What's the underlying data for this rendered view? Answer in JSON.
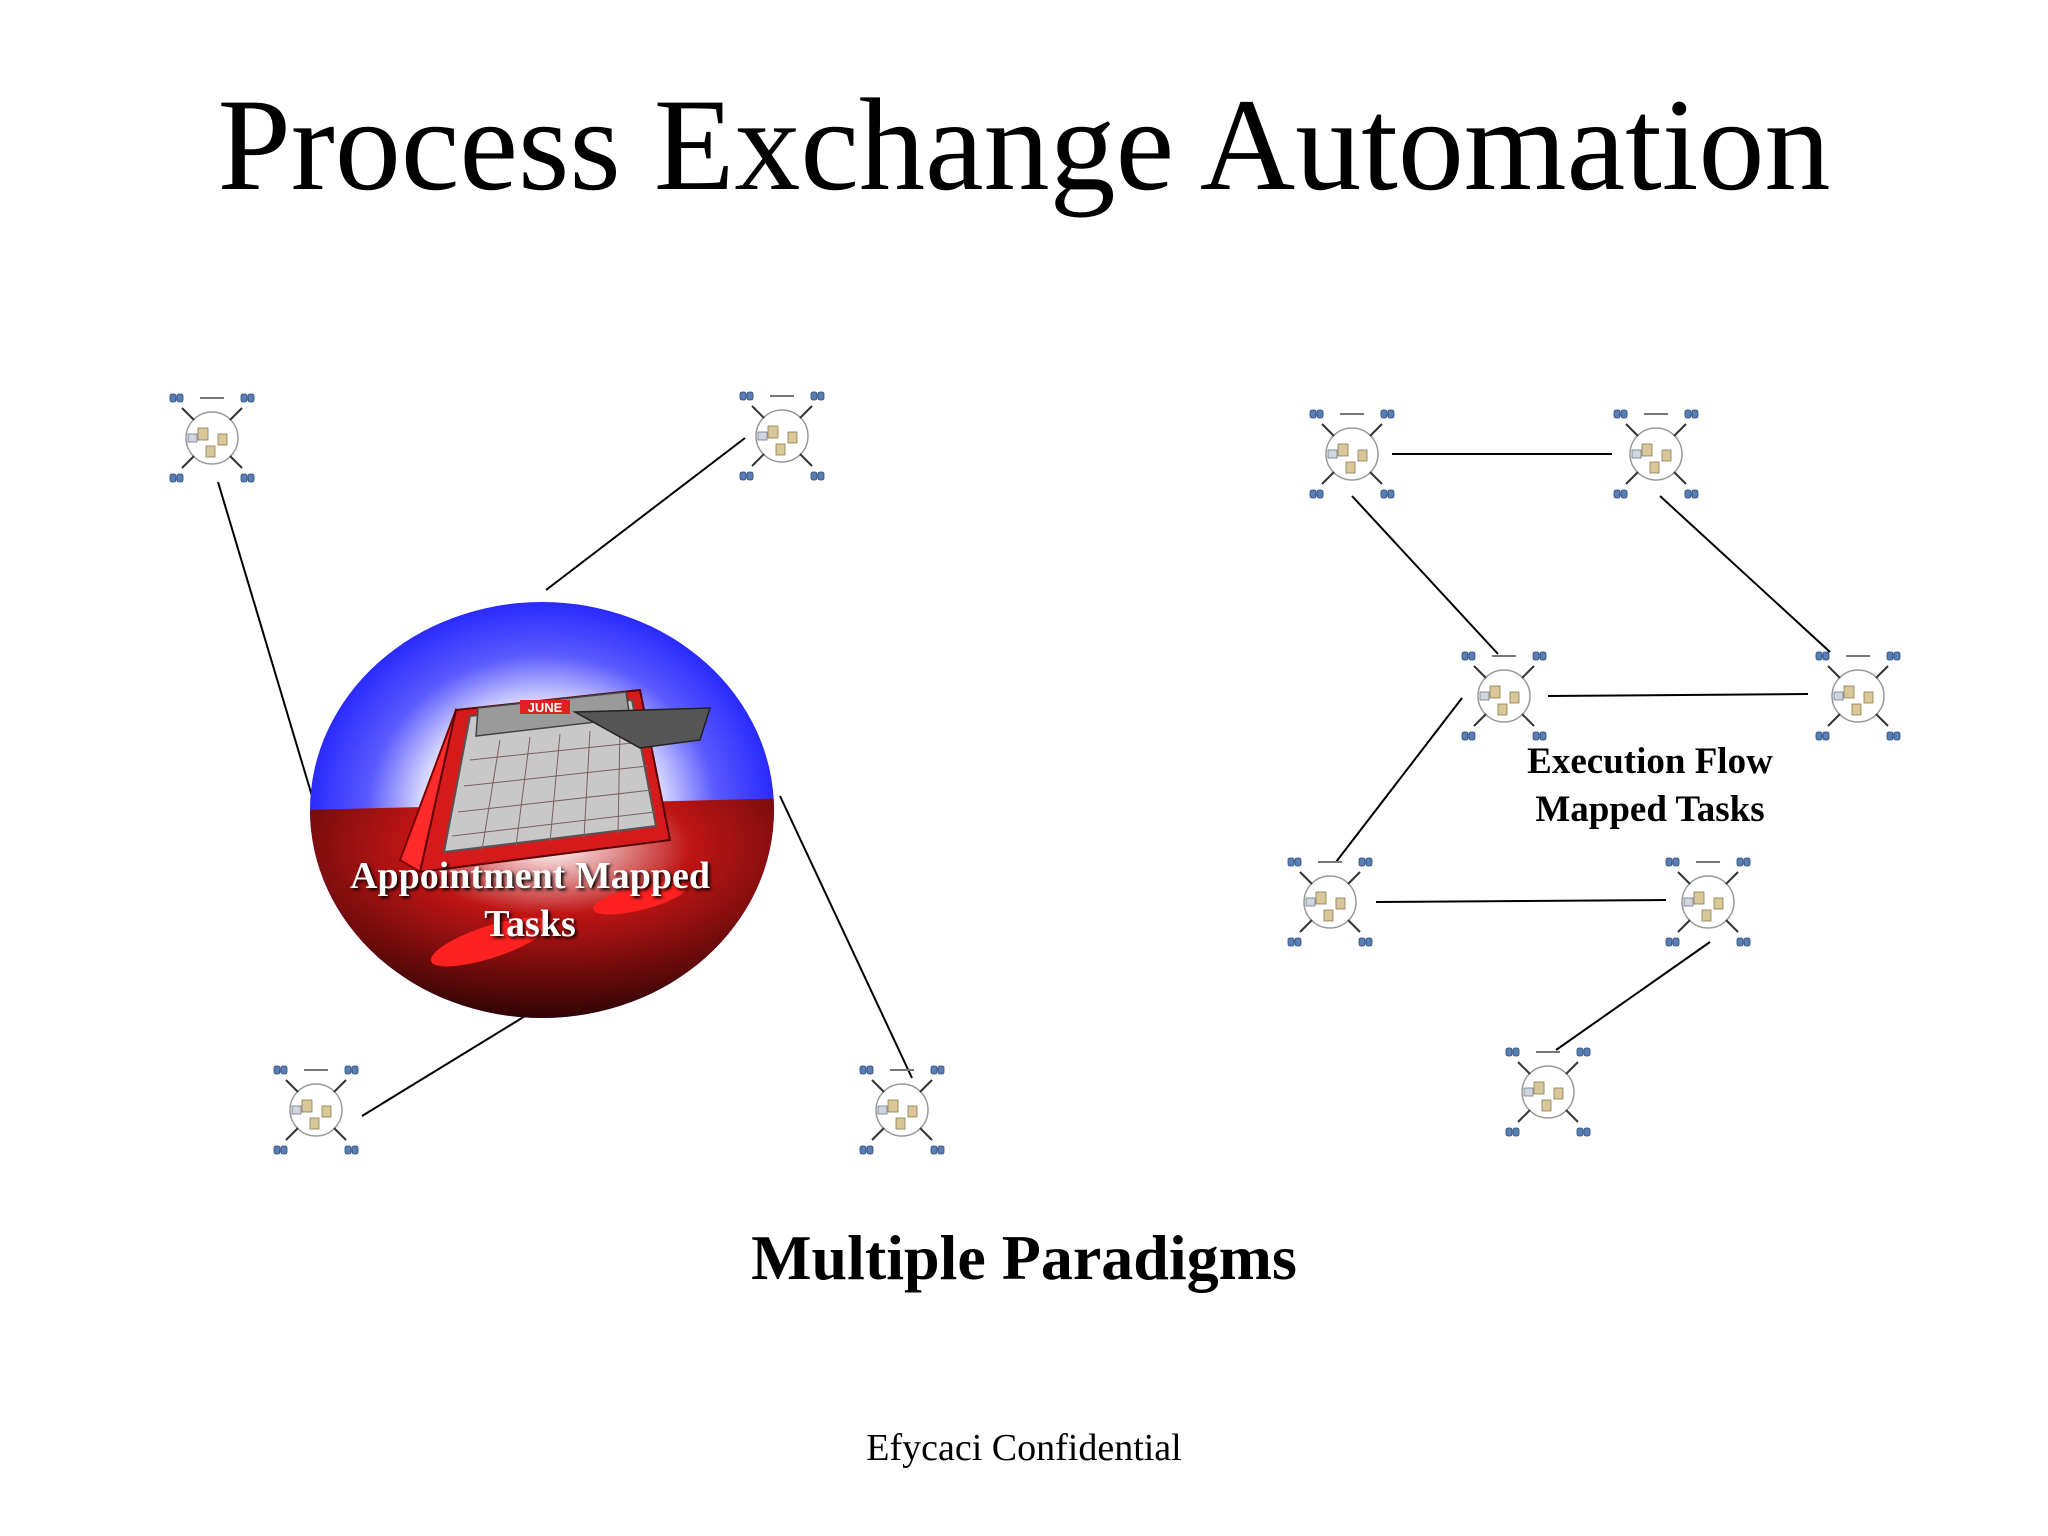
{
  "slide": {
    "title": "Process Exchange Automation",
    "subtitle": "Multiple Paradigms",
    "footer": "Efycaci Confidential"
  },
  "left_diagram": {
    "center_label_line1": "Appointment Mapped",
    "center_label_line2": "Tasks",
    "calendar_month": "JUNE",
    "node_icon": "business-junction-network-icon",
    "node_count": 4
  },
  "right_diagram": {
    "label_line1": "Execution Flow",
    "label_line2": "Mapped Tasks",
    "node_icon": "business-junction-network-icon",
    "node_count": 7
  },
  "colors": {
    "glow_blue": "#2a2aff",
    "calendar_red": "#e01010",
    "base_dark": "#1a0000",
    "line": "#000000"
  }
}
